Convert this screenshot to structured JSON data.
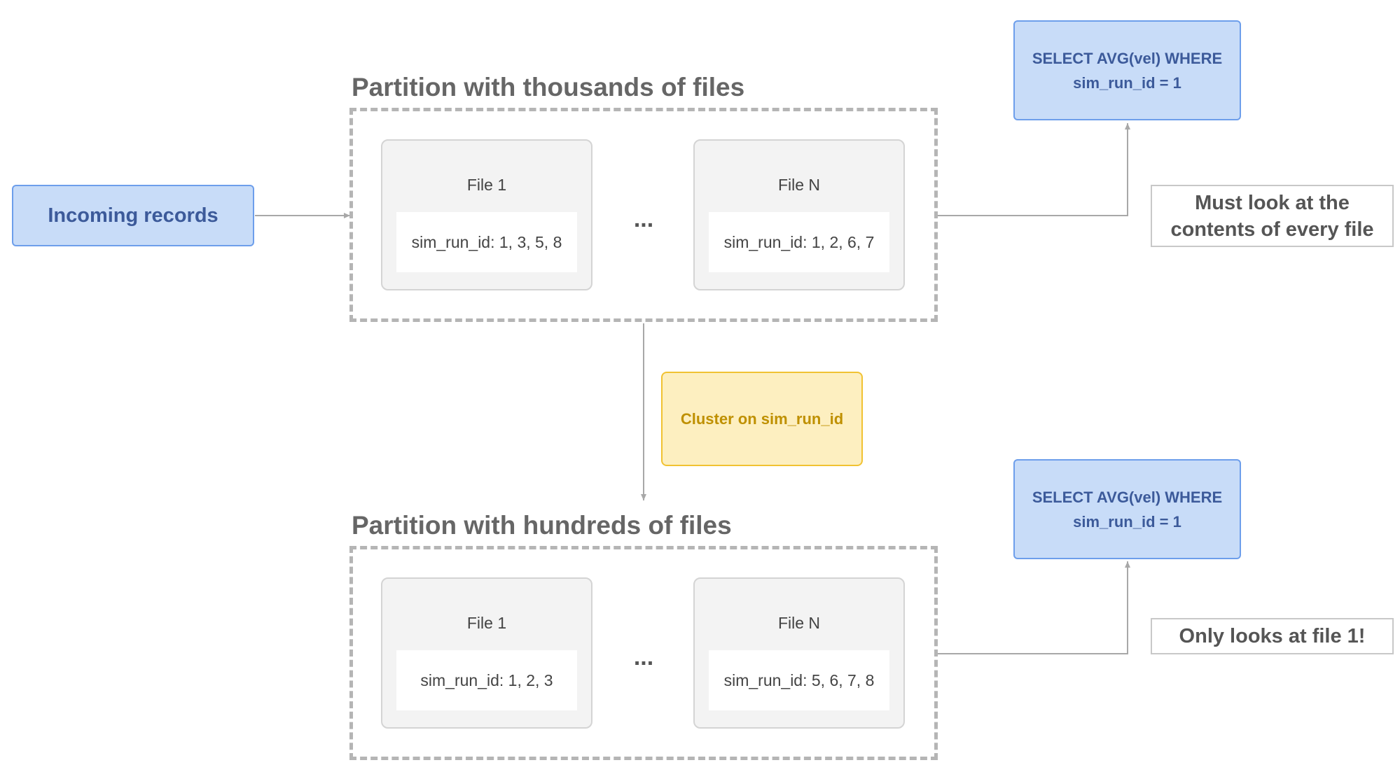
{
  "incoming": {
    "label": "Incoming records"
  },
  "top_partition": {
    "title": "Partition with thousands of files",
    "files": [
      {
        "name": "File 1",
        "ids": "sim_run_id: 1, 3, 5, 8"
      },
      {
        "name": "File N",
        "ids": "sim_run_id: 1, 2, 6, 7"
      }
    ],
    "ellipsis": "..."
  },
  "bottom_partition": {
    "title": "Partition with hundreds of files",
    "files": [
      {
        "name": "File 1",
        "ids": "sim_run_id: 1, 2, 3"
      },
      {
        "name": "File N",
        "ids": "sim_run_id: 5, 6, 7, 8"
      }
    ],
    "ellipsis": "..."
  },
  "top_query": {
    "line1": "SELECT AVG(vel) WHERE",
    "line2": "sim_run_id = 1"
  },
  "bottom_query": {
    "line1": "SELECT AVG(vel) WHERE",
    "line2": "sim_run_id = 1"
  },
  "cluster": {
    "label": "Cluster on sim_run_id"
  },
  "top_note": {
    "line1": "Must look at the",
    "line2": "contents of every file"
  },
  "bottom_note": {
    "line1": "Only looks at file 1!"
  },
  "colors": {
    "blue_fill": "#c8dcf8",
    "blue_border": "#6d9eeb",
    "blue_text": "#3c5a9a",
    "yellow_fill": "#fdefc0",
    "yellow_border": "#f1c232",
    "yellow_text": "#bf9000",
    "dashed_border": "#b5b5b5",
    "title_gray": "#666666"
  }
}
